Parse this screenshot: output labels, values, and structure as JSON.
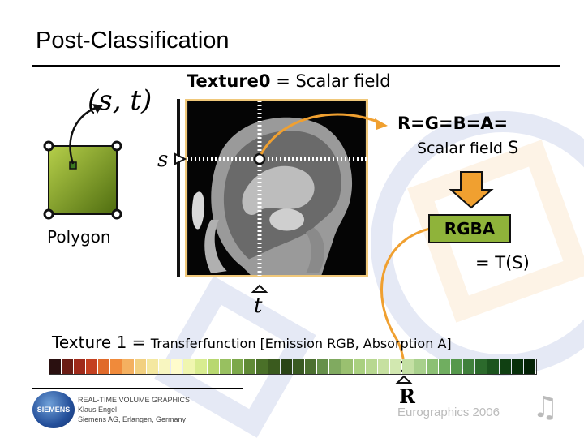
{
  "title": "Post-Classification",
  "texture0": {
    "bold": "Texture0",
    "rest": " = Scalar field"
  },
  "coords_label": "(s, t)",
  "polygon_label": "Polygon",
  "s_label": "s",
  "t_label": "t",
  "rgba_equation": "R=G=B=A=",
  "scalar_field": "Scalar field",
  "scalar_symbol": "S",
  "rgba_label": "RGBA",
  "transfer_result": "= T(S)",
  "texture1": {
    "head": "Texture 1 = ",
    "rest": "Transferfunction [Emission RGB, Absorption A]"
  },
  "r_label": "R",
  "footer": {
    "line1": "REAL-TIME VOLUME GRAPHICS",
    "line2": "Klaus Engel",
    "line3": "Siemens AG, Erlangen, Germany",
    "conference": "Eurographics 2006",
    "logo_text": "SIEMENS"
  },
  "colors": {
    "accent_arrow": "#f0a030",
    "polygon_fill": "#7a9a1e",
    "rgba_box": "#8fb33a",
    "image_border": "#f0c87a"
  },
  "icons": [
    "polygon-vertex-icon",
    "down-arrow-icon",
    "music-note-icon",
    "siemens-logo-icon"
  ],
  "colormap": [
    "#2a1010",
    "#6a1c14",
    "#a02a1a",
    "#c44020",
    "#e06a2a",
    "#f08a3a",
    "#f4b060",
    "#f2d080",
    "#f4e8a0",
    "#f8f6c0",
    "#fffccc",
    "#f0f6b0",
    "#d8ec90",
    "#b8d870",
    "#98c060",
    "#7ca84a",
    "#608a36",
    "#4a7028",
    "#3a5a1e",
    "#2a4416",
    "#3a5a22",
    "#4c7030",
    "#66904a",
    "#80aa60",
    "#9ac070",
    "#aad080",
    "#b8d890",
    "#c6e0a0",
    "#d2e8b0",
    "#c4e0a4",
    "#a8d08c",
    "#8cc074",
    "#70ae60",
    "#56984c",
    "#40803c",
    "#2c6a2c",
    "#1c541e",
    "#104012",
    "#08300a",
    "#042206"
  ]
}
